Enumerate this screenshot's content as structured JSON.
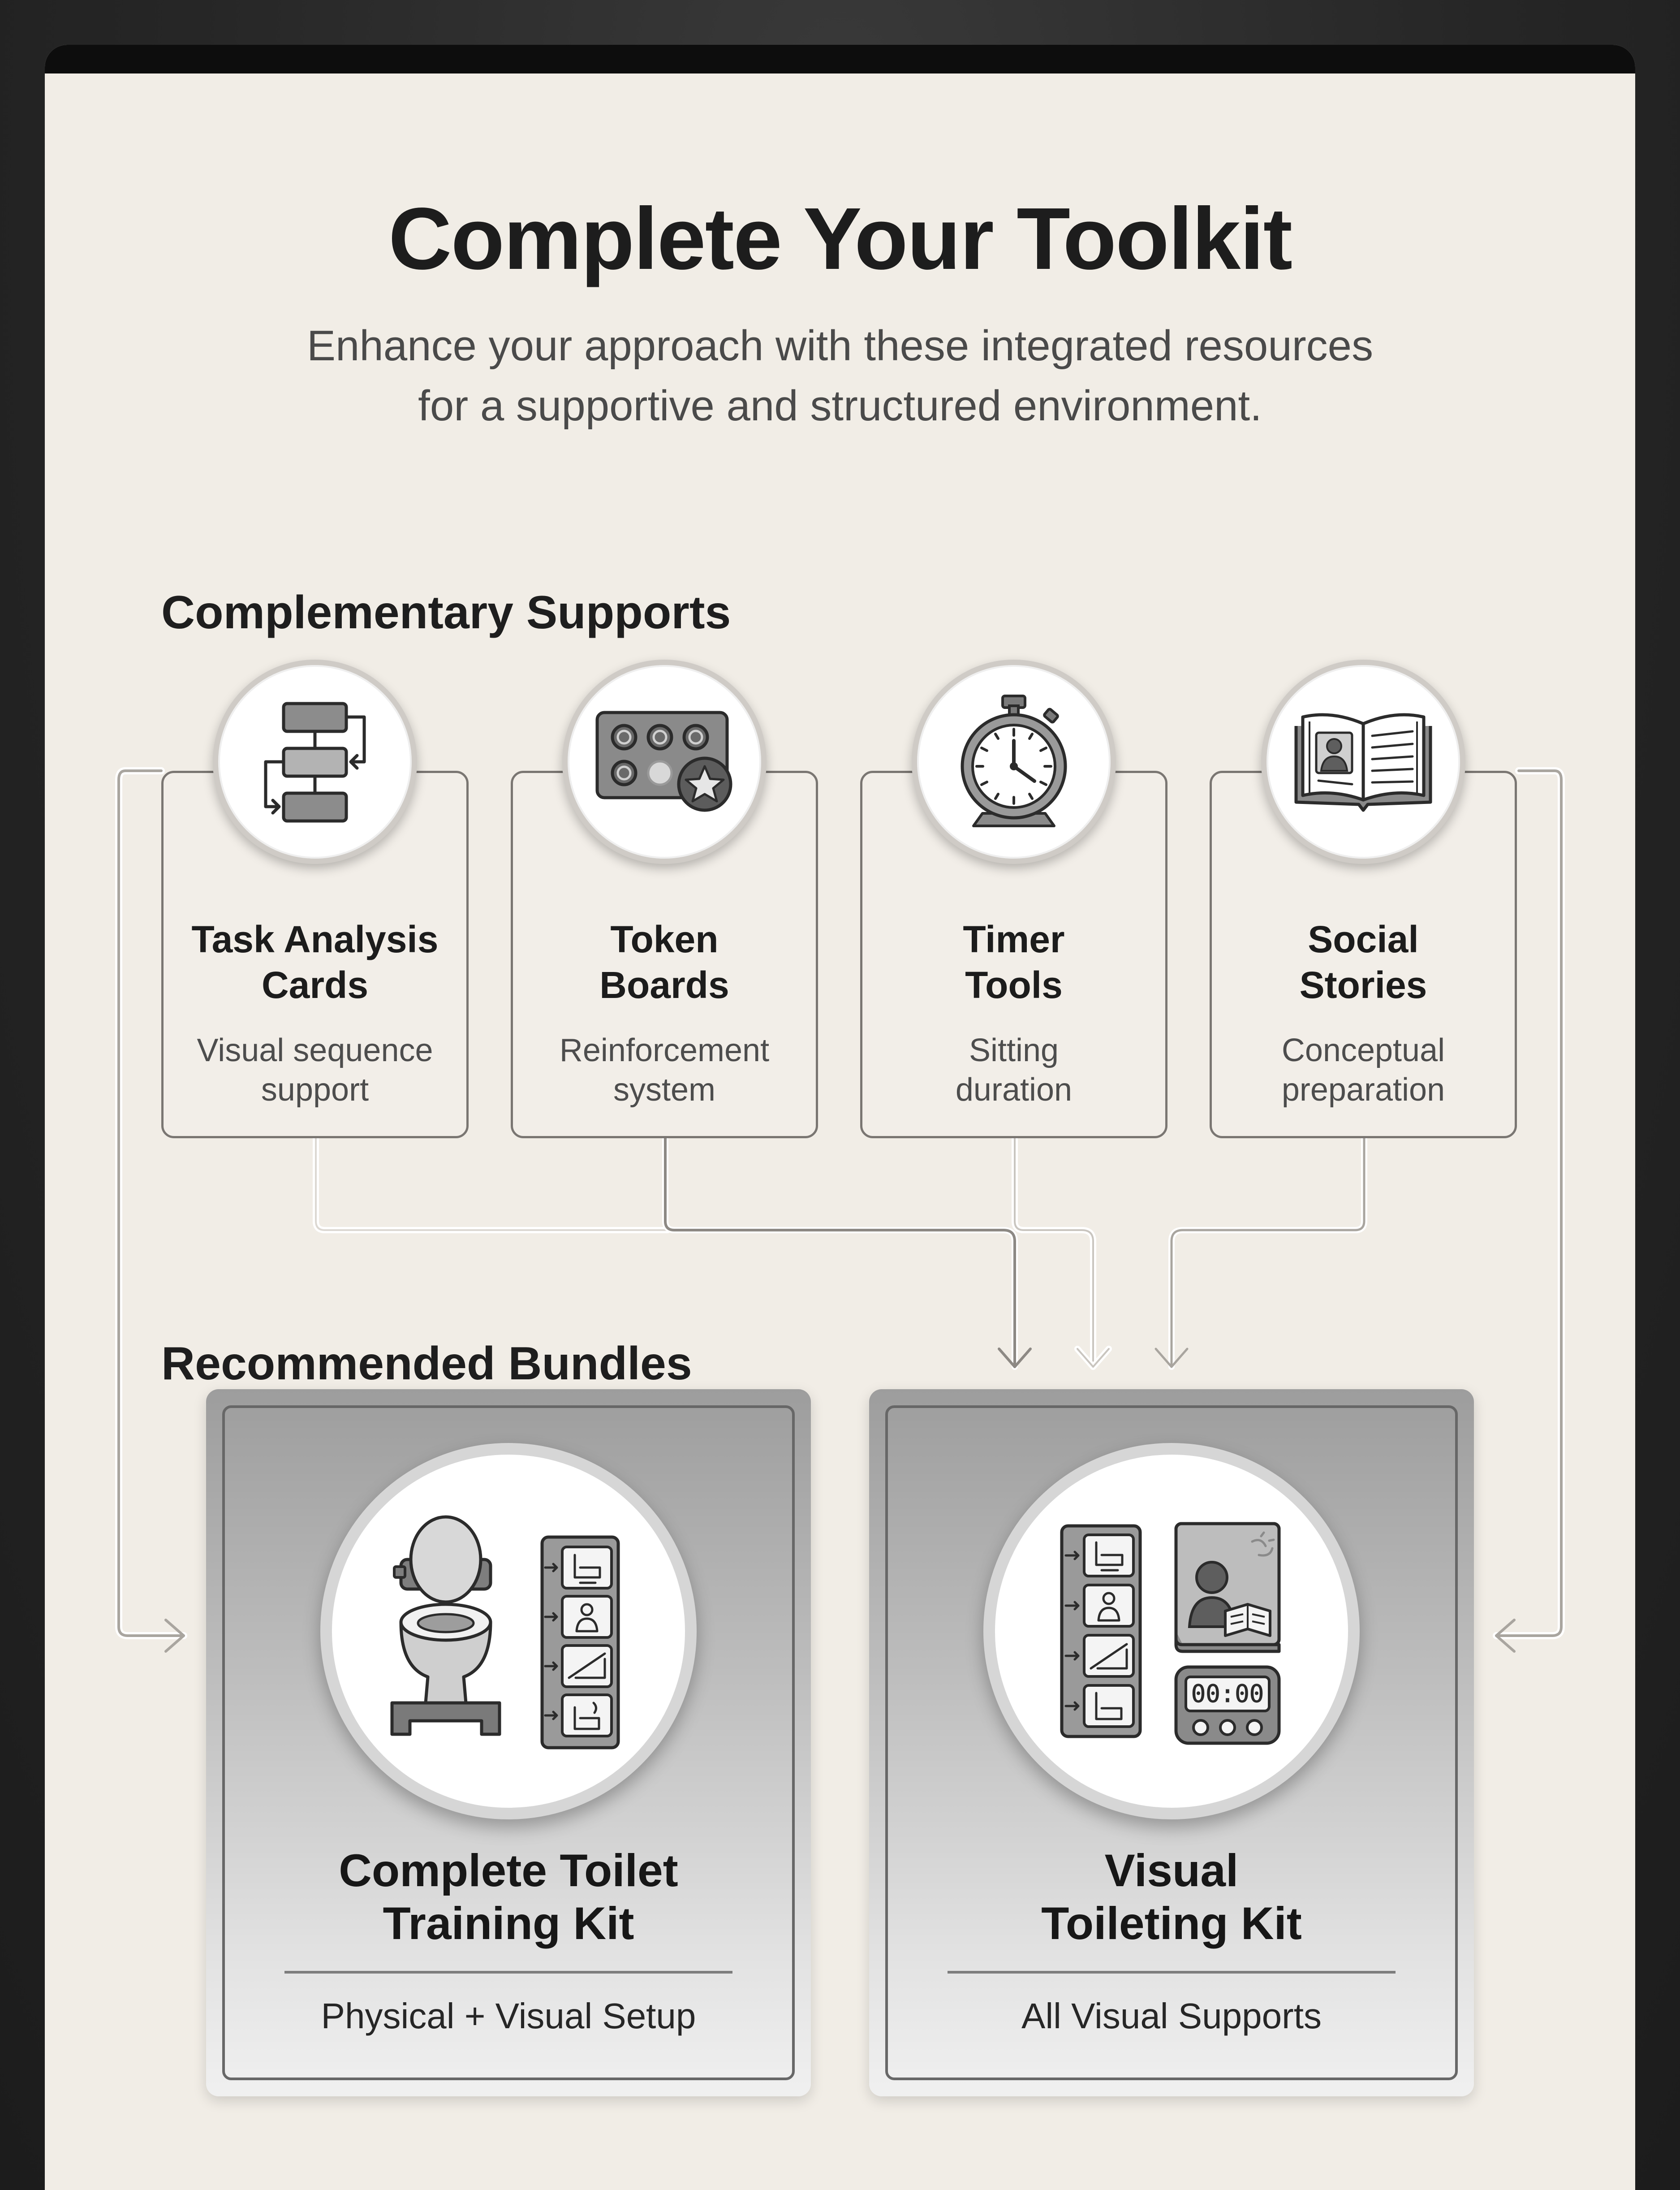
{
  "header": {
    "title": "Complete Your Toolkit",
    "subtitle_line1": "Enhance your approach with these integrated resources",
    "subtitle_line2": "for a supportive and structured environment."
  },
  "supports": {
    "section_title": "Complementary Supports",
    "items": [
      {
        "name_line1": "Task Analysis",
        "name_line2": "Cards",
        "desc_line1": "Visual sequence",
        "desc_line2": "support",
        "icon": "flowchart-icon"
      },
      {
        "name_line1": "Token",
        "name_line2": "Boards",
        "desc_line1": "Reinforcement",
        "desc_line2": "system",
        "icon": "token-board-icon"
      },
      {
        "name_line1": "Timer",
        "name_line2": "Tools",
        "desc_line1": "Sitting",
        "desc_line2": "duration",
        "icon": "stopwatch-icon"
      },
      {
        "name_line1": "Social",
        "name_line2": "Stories",
        "desc_line1": "Conceptual",
        "desc_line2": "preparation",
        "icon": "open-book-icon"
      }
    ]
  },
  "bundles": {
    "section_title": "Recommended Bundles",
    "items": [
      {
        "name_line1": "Complete Toilet",
        "name_line2": "Training Kit",
        "subtitle": "Physical + Visual Setup",
        "icon": "toilet-with-schedule-icon"
      },
      {
        "name_line1": "Visual",
        "name_line2": "Toileting Kit",
        "subtitle": "All Visual Supports",
        "icon": "visual-schedule-story-timer-icon",
        "timer_display": "00:00"
      }
    ]
  },
  "colors": {
    "page_background": "#f1ede6",
    "outer_background": "#262626",
    "text_dark": "#1d1d1d",
    "connector_dark": "#9a9692",
    "connector_light": "#ffffff"
  }
}
